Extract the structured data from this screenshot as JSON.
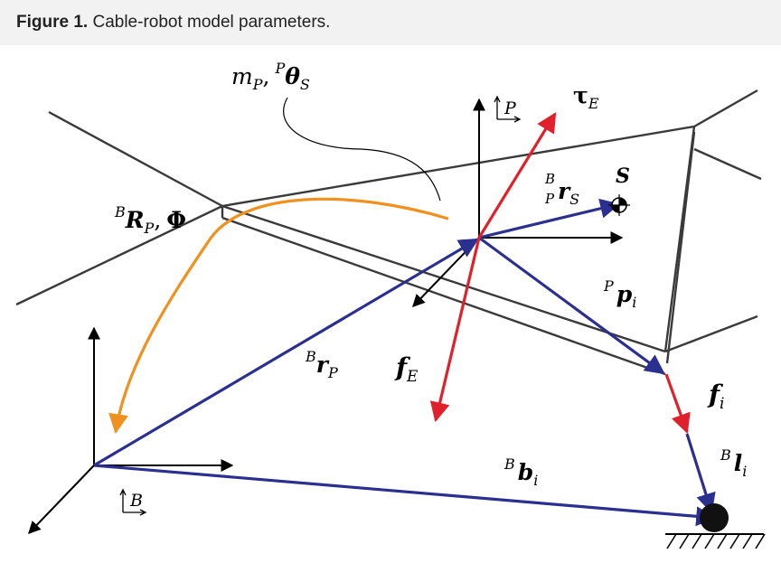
{
  "caption": {
    "label": "Figure 1.",
    "text": "Cable-robot model parameters."
  },
  "labels": {
    "mass_m": "m",
    "mass_sub": "P",
    "mass_comma": ",",
    "theta_pre": "P",
    "theta": "θ",
    "theta_sub": "S",
    "rot_pre": "B",
    "rot_R": "R",
    "rot_sub": "P",
    "rot_comma": ",",
    "rot_phi": "Φ",
    "frameP": "P",
    "frameB": "B",
    "tau": "τ",
    "tau_sub": "E",
    "S_point": "S",
    "rs_pre_top": "B",
    "rs_pre_bot": "P",
    "rs_r": "r",
    "rs_sub": "S",
    "p_pre": "P",
    "p": "p",
    "p_sub": "i",
    "r_pre": "B",
    "r": "r",
    "r_sub": "P",
    "f_e": "f",
    "f_e_sub": "E",
    "f_i": "f",
    "f_i_sub": "i",
    "b_pre": "B",
    "b": "b",
    "b_sub": "i",
    "l_pre": "B",
    "l": "l",
    "l_sub": "i"
  },
  "colors": {
    "navy": "#2b2f8f",
    "red": "#e0202a",
    "orange": "#f0901e",
    "gray": "#3a3a3a",
    "black": "#000000"
  }
}
